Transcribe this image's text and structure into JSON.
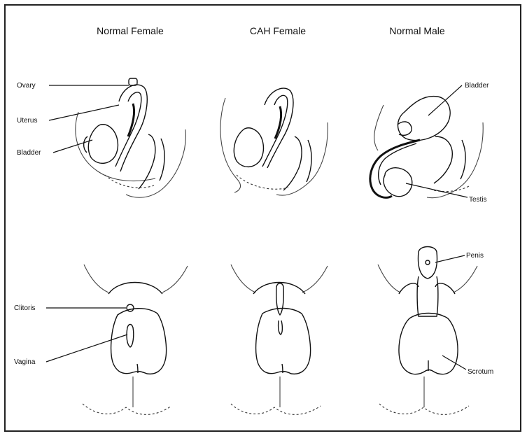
{
  "columns": {
    "normal_female": "Normal Female",
    "cah_female": "CAH Female",
    "normal_male": "Normal Male"
  },
  "labels": {
    "ovary": "Ovary",
    "uterus": "Uterus",
    "bladder_female": "Bladder",
    "bladder_male": "Bladder",
    "testis": "Testis",
    "clitoris": "Clitoris",
    "vagina": "Vagina",
    "penis": "Penis",
    "scrotum": "Scrotum"
  }
}
